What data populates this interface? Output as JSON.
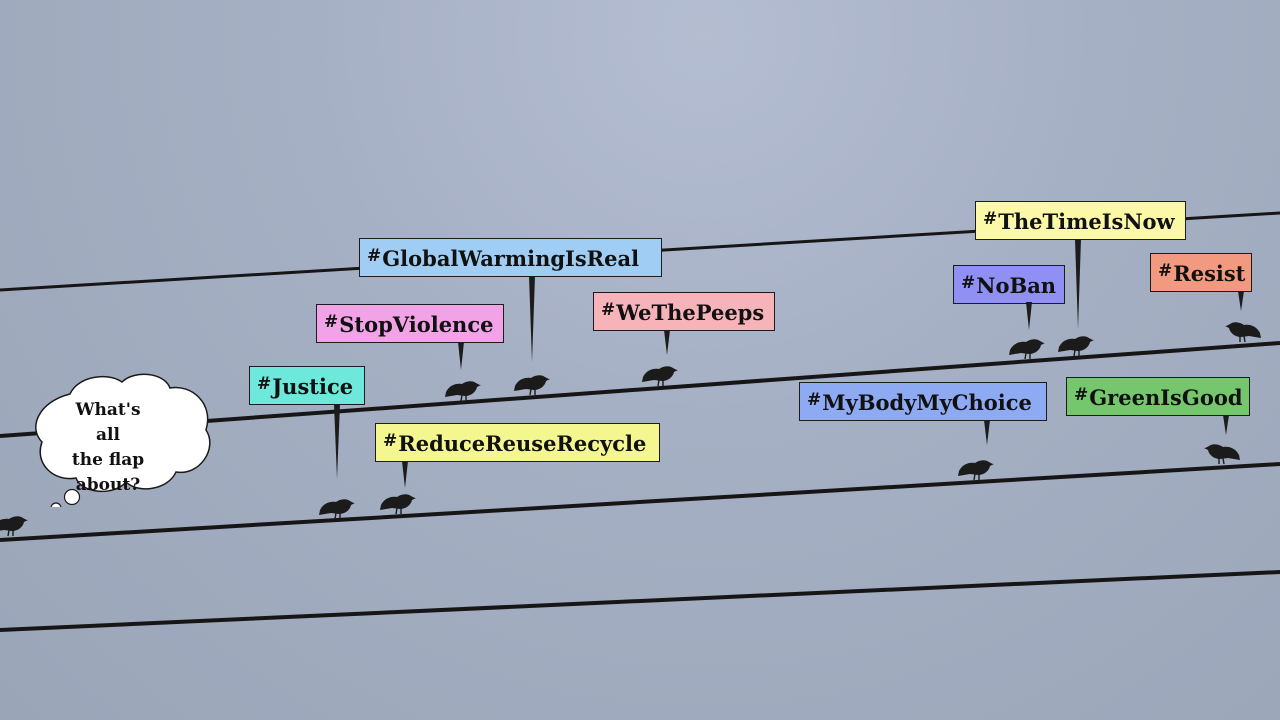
{
  "thought_bubble": {
    "lines": [
      "What's all",
      "the flap",
      "about?"
    ]
  },
  "hashtags": [
    {
      "name": "tag-justice",
      "text": "Justice",
      "color": "#6fe8dc"
    },
    {
      "name": "tag-stop-violence",
      "text": "StopViolence",
      "color": "#f2a2e6"
    },
    {
      "name": "tag-global-warming",
      "text": "GlobalWarmingIsReal",
      "color": "#a0cdf4"
    },
    {
      "name": "tag-we-the-peeps",
      "text": "WeThePeeps",
      "color": "#f6b3ba"
    },
    {
      "name": "tag-reduce-reuse-recycle",
      "text": "ReduceReuseRecycle",
      "color": "#f4f78f"
    },
    {
      "name": "tag-no-ban",
      "text": "NoBan",
      "color": "#8f8ff4"
    },
    {
      "name": "tag-the-time-is-now",
      "text": "TheTimeIsNow",
      "color": "#fbf8a8"
    },
    {
      "name": "tag-resist",
      "text": "Resist",
      "color": "#f29a7f"
    },
    {
      "name": "tag-my-body-my-choice",
      "text": "MyBodyMyChoice",
      "color": "#8eaaf2"
    },
    {
      "name": "tag-green-is-good",
      "text": "GreenIsGood",
      "color": "#76c66e"
    }
  ],
  "hash_symbol": "#",
  "colors": {
    "sky": "#a6b0c4",
    "wire": "#161616",
    "bird": "#1b1b1b"
  }
}
